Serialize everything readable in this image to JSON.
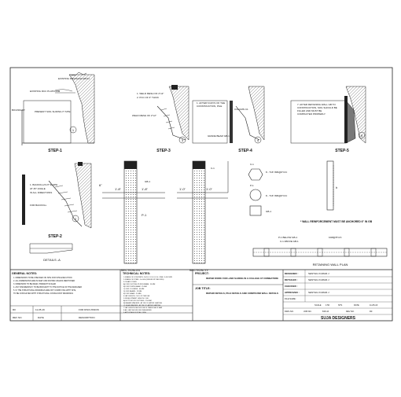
{
  "labels": {
    "step1": "STEP-1",
    "step2": "STEP-2",
    "step3": "STEP-3",
    "step4": "STEP-4",
    "step5": "STEP-5",
    "existing_drainage": "EXISTING DRAINAGE ARCH",
    "existing_platform": "EXISTING RCC PLATFORM",
    "boundary": "BOUNDARY",
    "present_soil": "PRESENT SOIL SLIDING IT SITE",
    "section_xx": "SECTION-XX",
    "section_yy": "SECTION-YY",
    "details_a": "DETAILS -A",
    "retaining_wall_plan": "RETAINING WALL PLAN",
    "wall_reinforcement_note": "* WALL REINFORCEMENT MUST BE ANCHORED 6\" IN GB",
    "p1_below_gb1": "P-1 BELOW GB-1",
    "c1_above_gb1": "C-1 ABOVE GB-1",
    "gb1": "GB-1",
    "c1": "C-1",
    "p1": "P-1",
    "bar_spec_1": "8 - T16\" 8#6@6\"C/C",
    "bar_spec_2": "8 - T16\" 8#6@6\"C/C",
    "dim_1_8": "1'-8\"",
    "dim_1_0": "1'-0\"",
    "dim_6": "6\"",
    "dim_15": "15\"",
    "circle_1": "1",
    "circle_2": "2",
    "circle_3": "3",
    "circle_4": "4",
    "circle_5": "5"
  },
  "general_notes": {
    "title": "GENERAL NOTES:",
    "items": [
      "1.   DIMENSIONS TO BE CHECKED ON SITE FOR SITE EXECUTION",
      "2.   ALL DIMENSIONS ARE IN FEET AND INCHES UNLESS MENTIONED",
      "3.   DIMENSION TO BE READ, PRESENT SCALED",
      "4.   ANY DISCREPANCY TO BE BROUGHT TO THE NOTICE OF THE DESIGNER",
      "5.   IF THE STRUCTURAL DRAWINGS ARE NOT COMPLYING WITH SITE,",
      "      TO BE CONSULTED WITH STRUCTURAL CONSULTANT DRAWINGS"
    ]
  },
  "technical_notes": {
    "title": "TECHNICAL NOTES:",
    "items": [
      "1.GRADE OF CONCRETE : M-20  1:1.5:3 (1 Cft : FINE: 1) 3/4 SIZE",
      "2.GRADE OF STEEL : Fe-500 (UNLESS IN THE DWG)",
      "3.CLEAR COVER",
      "  A) FOR FOOTING /PLINTH BEAM : 50 MM",
      "  B) FOR PLINTH BEAM : 25 MM",
      "  C) FOR COLUMNS : 40 MM",
      "  D) FOR BEAMS : 25 MM",
      "  E) FOR SLABS : 20 MM",
      "4.LAP LENGTH : 50 D OF THE DIA",
      "5.DEVELOPMENT LENGTH : 50D",
      "  A) BOTTOM OF FOOTINGS : 150 MM",
      "  B) BEAMS SPACERS : AT 1M C/C AFTER CASTING",
      "  C) SLAB SPACERS : AT 1M C/C AFTER CASTING",
      "7.LAP LENGTH SHOULD BE 50 TIMES DIA OF BAR",
      "8.ALL LAP SHOULD BE STAGGERED",
      "9.APPLICABLE FOR ALL SIDE"
    ]
  },
  "project": {
    "label": "PROJECT:",
    "title": "REPAIR WORK FOR LAND SLIDING IN A COLLEGE AT COIMBATORE"
  },
  "job": {
    "label": "JOB TITLE:",
    "title": "REPAIR DETAILS, PILE DETAILS AND COMPOUND WALL DETAILS"
  },
  "title_block": {
    "designed_label": "DESIGNED :",
    "designed_value": "SENTHIL KUMAR.J",
    "detailed_label": "DETAILED :",
    "detailed_value": "SENTHIL KUMAR.J",
    "checked_label": "CHECKED :",
    "checked_value": "",
    "approved_label": "APPROVED :",
    "approved_value": "SENTHIL KUMAR.J",
    "file_label": "FILE NAME:",
    "scale_label": "SCALE",
    "scale_value": "1:50",
    "nts": "NTS",
    "date_label": "DATE",
    "date_value": "11-05-16",
    "dwg_label": "DWG NO.",
    "job_no_label": "JOB NO.",
    "job_no_value": "815-16",
    "rev_label": "REV NO.",
    "rev_value": "R0",
    "company": "SUJA DESIGNERS"
  },
  "revision": {
    "rev_col": "REV NO.",
    "date_col": "DATE",
    "desc_col": "DESCRIPTION",
    "row_rev": "R0",
    "row_date": "11-05-16",
    "row_desc": "FOR DISCUSSION"
  }
}
